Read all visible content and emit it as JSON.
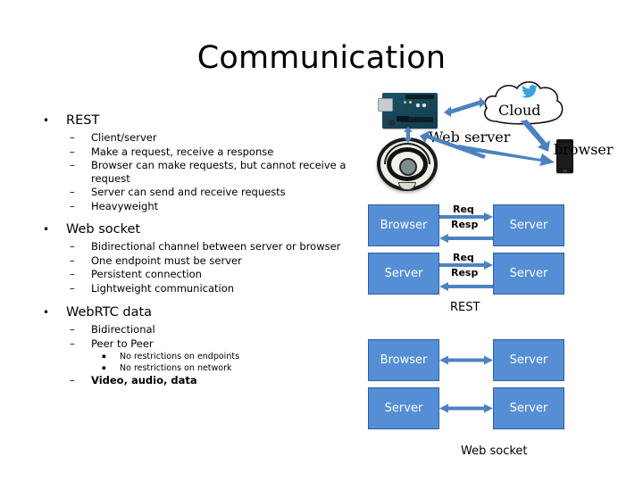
{
  "slide": {
    "title": "Communication"
  },
  "outline": [
    {
      "label": "REST",
      "bullet": "•",
      "sub": [
        {
          "dash": "–",
          "text": "Client/server"
        },
        {
          "dash": "–",
          "text": "Make a request, receive a response"
        },
        {
          "dash": "–",
          "text": "Browser can make requests, but cannot receive a request"
        },
        {
          "dash": "–",
          "text": "Server can send and receive requests"
        },
        {
          "dash": "–",
          "text": "Heavyweight"
        }
      ]
    },
    {
      "label": "Web socket",
      "bullet": "•",
      "sub": [
        {
          "dash": "–",
          "text": "Bidirectional channel between server or browser"
        },
        {
          "dash": "–",
          "text": "One endpoint must be server"
        },
        {
          "dash": "–",
          "text": "Persistent connection"
        },
        {
          "dash": "–",
          "text": "Lightweight communication"
        }
      ]
    },
    {
      "label": "WebRTC data",
      "bullet": "•",
      "sub": [
        {
          "dash": "–",
          "text": "Bidirectional"
        },
        {
          "dash": "–",
          "text": "Peer to Peer"
        },
        {
          "dash": "–",
          "text": "Video, audio, data",
          "bold": true
        }
      ],
      "sub_sub": [
        {
          "bullet": "▪",
          "text": "No restrictions on endpoints"
        },
        {
          "bullet": "▪",
          "text": "No restrictions on network"
        }
      ]
    }
  ],
  "picture": {
    "cloud_label": "Cloud",
    "web_server_label": "Web server",
    "browser_label": "browser",
    "icons": {
      "arduino": "arduino-board-icon",
      "roomba": "roomba-robot-icon",
      "cloud": "cloud-icon",
      "twitter": "twitter-bird-icon",
      "phone": "phone-icon"
    }
  },
  "rest_diagram": {
    "caption": "REST",
    "blocks": [
      {
        "label": "Browser"
      },
      {
        "label": "Server"
      },
      {
        "label": "Server"
      },
      {
        "label": "Server"
      }
    ],
    "arrow_labels": {
      "row1_request": "Req",
      "row1_response": "Resp",
      "row2_request": "Req",
      "row2_response": "Resp"
    }
  },
  "websocket_diagram": {
    "caption": "Web socket",
    "blocks": [
      {
        "label": "Browser"
      },
      {
        "label": "Server"
      },
      {
        "label": "Server"
      },
      {
        "label": "Server"
      }
    ]
  },
  "colors": {
    "block_fill": "#558ed5",
    "block_border": "#2f5f9e",
    "arrow": "#4d82bf",
    "twitter_blue": "#3aa3dc",
    "pcb": "#1b5166"
  }
}
